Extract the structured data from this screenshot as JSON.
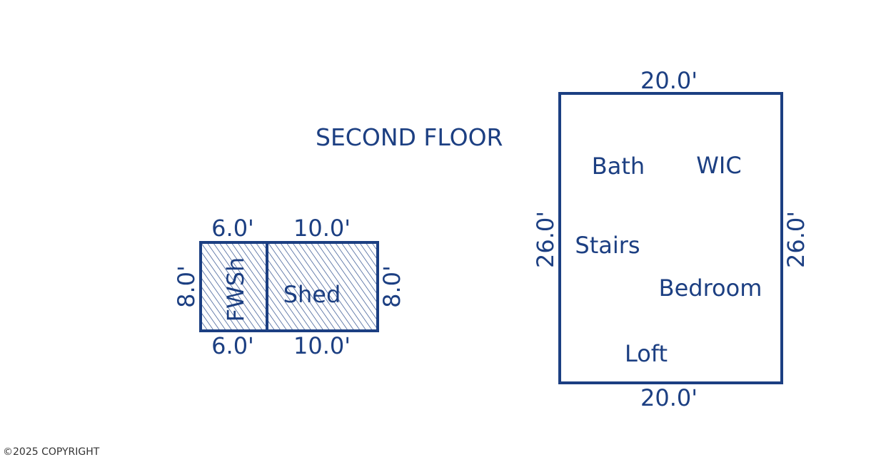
{
  "colors": {
    "line": "#1c3f82",
    "text": "#1c3f82",
    "hatch": "#1c3f82",
    "copyright": "#333333"
  },
  "title": "SECOND FLOOR",
  "copyright": "©2025 COPYRIGHT",
  "outbuilding": {
    "fwsh": {
      "label": "FWSh",
      "top": "6.0'",
      "bottom": "6.0'",
      "left": "8.0'"
    },
    "shed": {
      "label": "Shed",
      "top": "10.0'",
      "bottom": "10.0'",
      "right": "8.0'"
    }
  },
  "second_floor": {
    "top": "20.0'",
    "bottom": "20.0'",
    "left": "26.0'",
    "right": "26.0'",
    "rooms": [
      "Bath",
      "WIC",
      "Stairs",
      "Bedroom",
      "Loft"
    ]
  }
}
